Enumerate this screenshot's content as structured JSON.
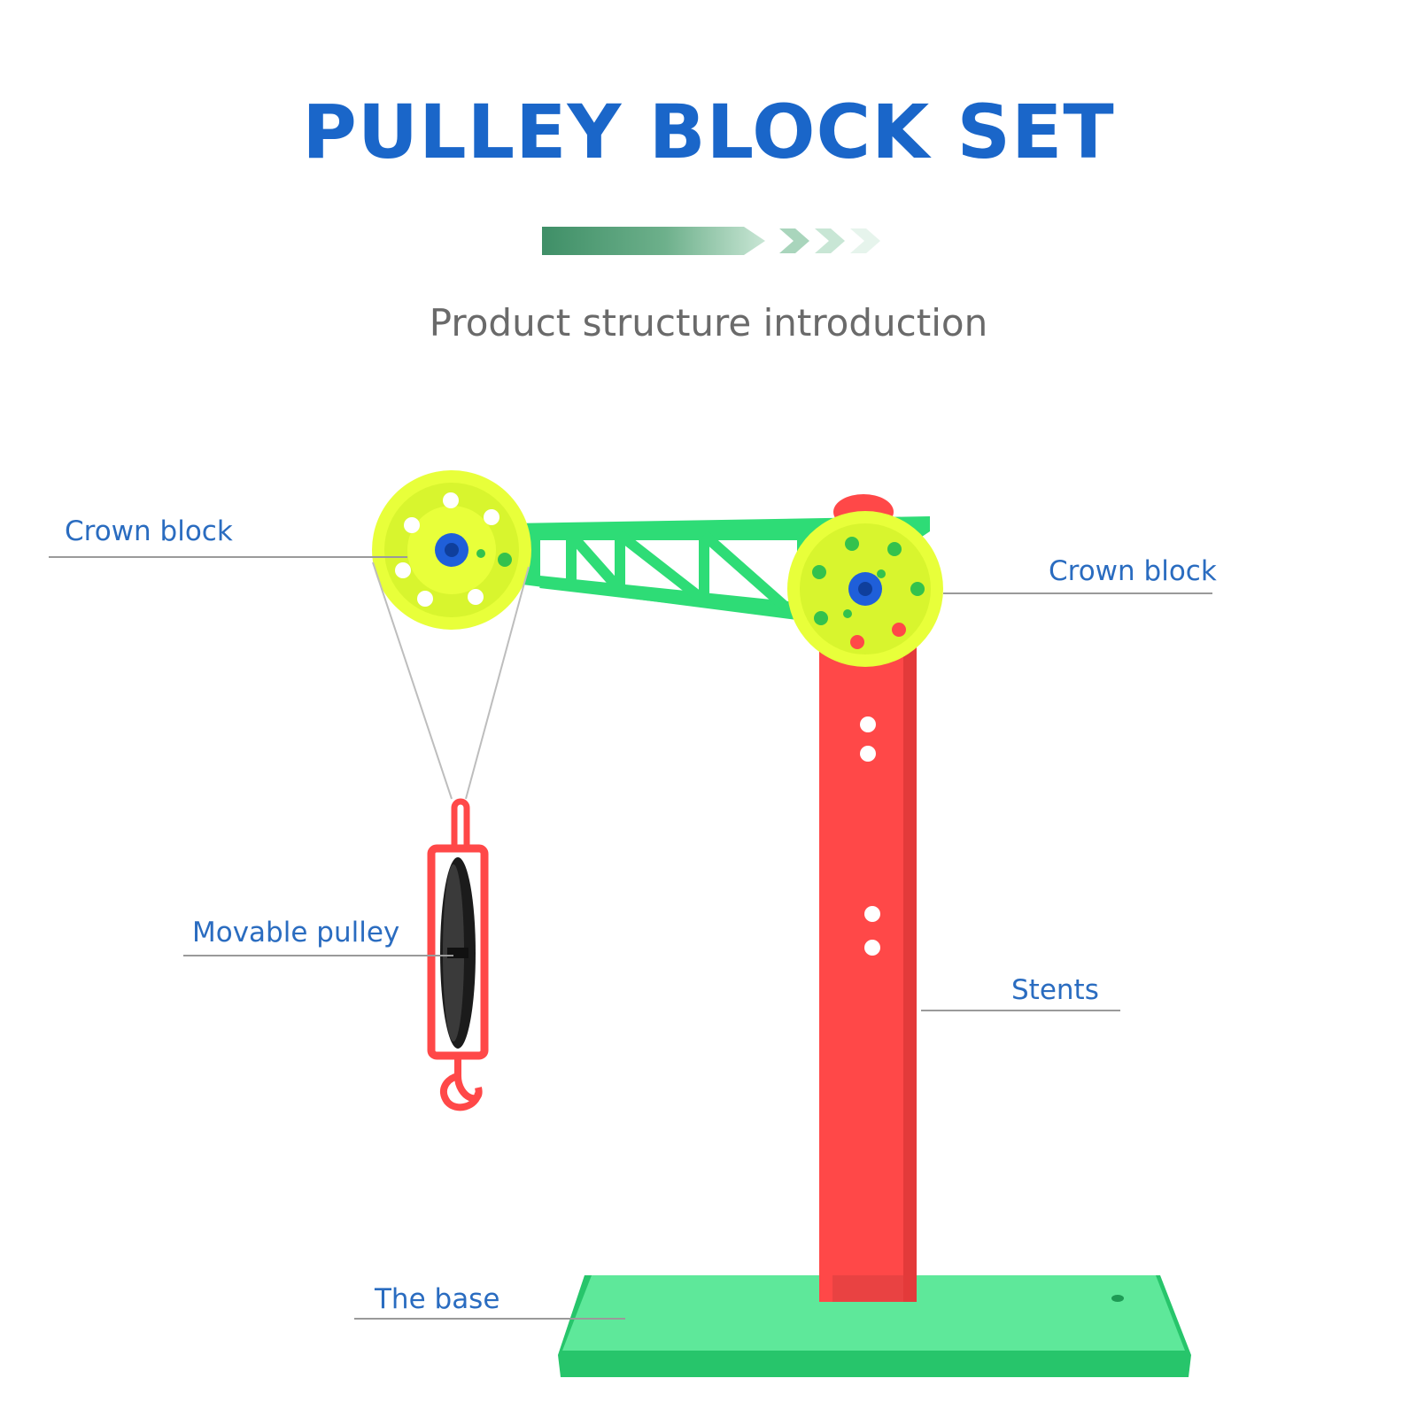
{
  "header": {
    "title": "PULLEY BLOCK SET",
    "subtitle": "Product structure introduction"
  },
  "colors": {
    "title": "#1a66c9",
    "label": "#2a6cc0",
    "arrow_green": "#4a9a70",
    "stand_red": "#ff4a4a",
    "arm_green": "#33e07a",
    "base_green": "#36d97e",
    "wheel_yellow": "#e6ff3a",
    "axle_blue": "#1f5fd9"
  },
  "labels": {
    "crown_block_left": "Crown block",
    "crown_block_right": "Crown block",
    "movable_pulley": "Movable pulley",
    "stents": "Stents",
    "base": "The base"
  },
  "icons": [
    "arrow-chevrons-icon"
  ]
}
